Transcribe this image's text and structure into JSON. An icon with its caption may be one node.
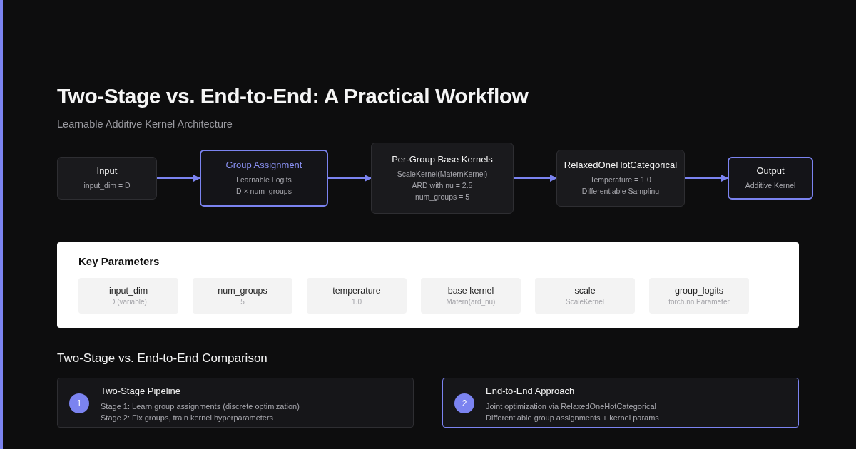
{
  "diagram": {
    "title": "Two-Stage vs. End-to-End: A Practical Workflow",
    "nodes": [
      {
        "text": [
          "Input",
          "input_dim = D"
        ]
      },
      {
        "text": [
          "Group Assignment",
          "Learnable Logits",
          "D × num_groups"
        ]
      },
      {
        "text": [
          "Per-Group Base Kernels",
          "ScaleKernel(MaternKernel)",
          "ARD with nu = 2.5",
          "num_groups = 5"
        ]
      },
      {
        "text": [
          "RelaxedOneHotCategorical",
          "Temperature = 1.0",
          "Differentiable Sampling"
        ]
      },
      {
        "text": [
          "Output",
          "Additive Kernel"
        ]
      },
      {
        "text": [
          "Key Parameters"
        ]
      },
      {
        "text": [
          "input_dim",
          "D (variable)"
        ],
        "in": 5
      },
      {
        "text": [
          "num_groups",
          "5"
        ],
        "in": 5
      },
      {
        "text": [
          "temperature",
          "1.0"
        ],
        "in": 5
      },
      {
        "text": [
          "base kernel",
          "Matern(ard_nu)"
        ],
        "in": 5
      },
      {
        "text": [
          "scale",
          "ScaleKernel"
        ],
        "in": 5
      },
      {
        "text": [
          "group_logits",
          "torch.nn.Parameter"
        ],
        "in": 5
      },
      {
        "text": [
          "Two-Stage Pipeline",
          "Stage 1: Learn group assignments (discrete optimization)",
          "Stage 2: Fix groups, train kernel hyperparameters"
        ]
      },
      {
        "text": [
          "1"
        ],
        "in": 12
      },
      {
        "text": [
          "End-to-End Approach",
          "Joint optimization via RelaxedOneHotCategorical",
          "Differentiable group assignments + kernel params"
        ]
      },
      {
        "text": [
          "2"
        ],
        "in": 14
      }
    ],
    "edges": [
      {
        "from": 0,
        "to": 1,
        "arrow": "to"
      },
      {
        "from": 1,
        "to": 2,
        "arrow": "to"
      },
      {
        "from": 2,
        "to": 3,
        "arrow": "to"
      },
      {
        "from": 3,
        "to": 4,
        "arrow": "to"
      }
    ],
    "labels": [
      "Learnable Additive Kernel Architecture",
      "Two-Stage vs. End-to-End Comparison"
    ]
  }
}
